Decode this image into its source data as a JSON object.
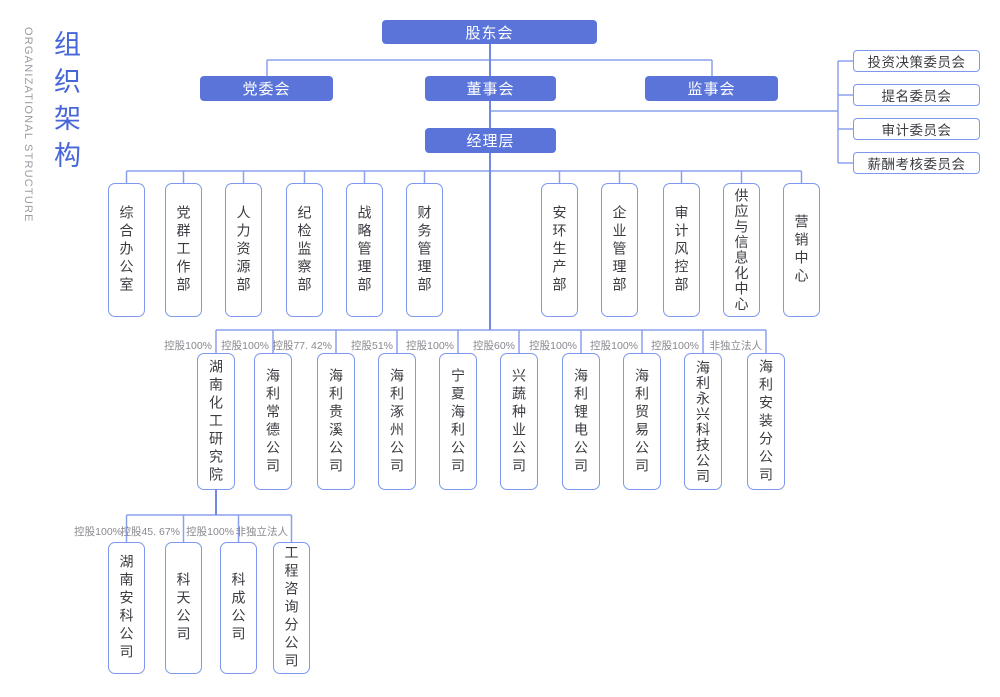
{
  "title": {
    "zh": "组织架构",
    "en": "ORGANIZATIONAL STRUCTURE"
  },
  "nodes": {
    "shareholders": "股东会",
    "party_committee": "党委会",
    "board": "董事会",
    "supervisors": "监事会",
    "management": "经理层"
  },
  "committees": [
    "投资决策委员会",
    "提名委员会",
    "审计委员会",
    "薪酬考核委员会"
  ],
  "departments": [
    "综合办公室",
    "党群工作部",
    "人力资源部",
    "纪检监察部",
    "战略管理部",
    "财务管理部",
    "安环生产部",
    "企业管理部",
    "审计风控部",
    "供应与信息化中心",
    "营销中心"
  ],
  "subsidiaries": [
    {
      "name": "湖南化工研究院",
      "ownership": "控股100%"
    },
    {
      "name": "海利常德公司",
      "ownership": "控股100%"
    },
    {
      "name": "海利贵溪公司",
      "ownership": "控股77. 42%"
    },
    {
      "name": "海利涿州公司",
      "ownership": "控股51%"
    },
    {
      "name": "宁夏海利公司",
      "ownership": "控股100%"
    },
    {
      "name": "兴蔬种业公司",
      "ownership": "控股60%"
    },
    {
      "name": "海利锂电公司",
      "ownership": "控股100%"
    },
    {
      "name": "海利贸易公司",
      "ownership": "控股100%"
    },
    {
      "name": "海利永兴科技公司",
      "ownership": "控股100%"
    },
    {
      "name": "海利安装分公司",
      "ownership": "非独立法人"
    }
  ],
  "research_subsidiaries": [
    {
      "name": "湖南安科公司",
      "ownership": "控股100%"
    },
    {
      "name": "科天公司",
      "ownership": "控股45. 67%"
    },
    {
      "name": "科成公司",
      "ownership": "控股100%"
    },
    {
      "name": "工程咨询分公司",
      "ownership": "非独立法人"
    }
  ],
  "colors": {
    "node_fill": "#5b74da",
    "box_border": "#7e97f0",
    "connector": "#8ba1ee",
    "trunk": "#7388e5",
    "title_blue": "#4767d9",
    "title_gray": "#9b9ba3",
    "label_gray": "#88888f",
    "text_dark": "#3b3b42"
  }
}
